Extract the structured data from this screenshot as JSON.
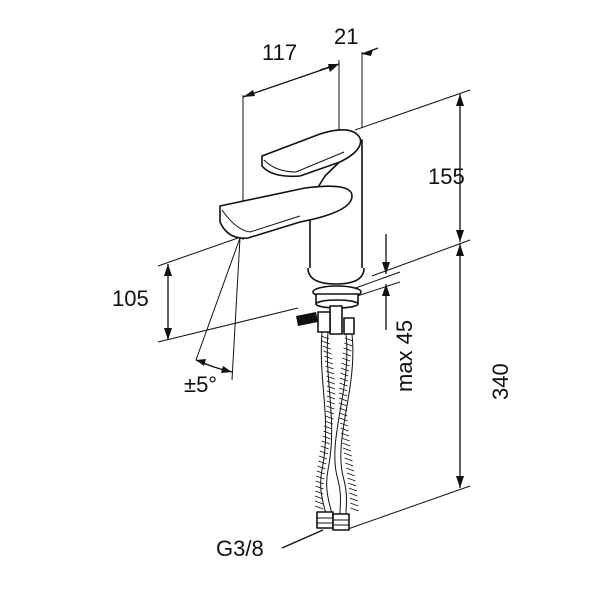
{
  "dimensions": {
    "width_117": "117",
    "offset_21": "21",
    "height_155": "155",
    "spout_105": "105",
    "angle": "±5°",
    "max_45": "max 45",
    "hose_340": "340",
    "thread": "G3/8"
  },
  "colors": {
    "ink": "#111111",
    "background": "#ffffff"
  }
}
